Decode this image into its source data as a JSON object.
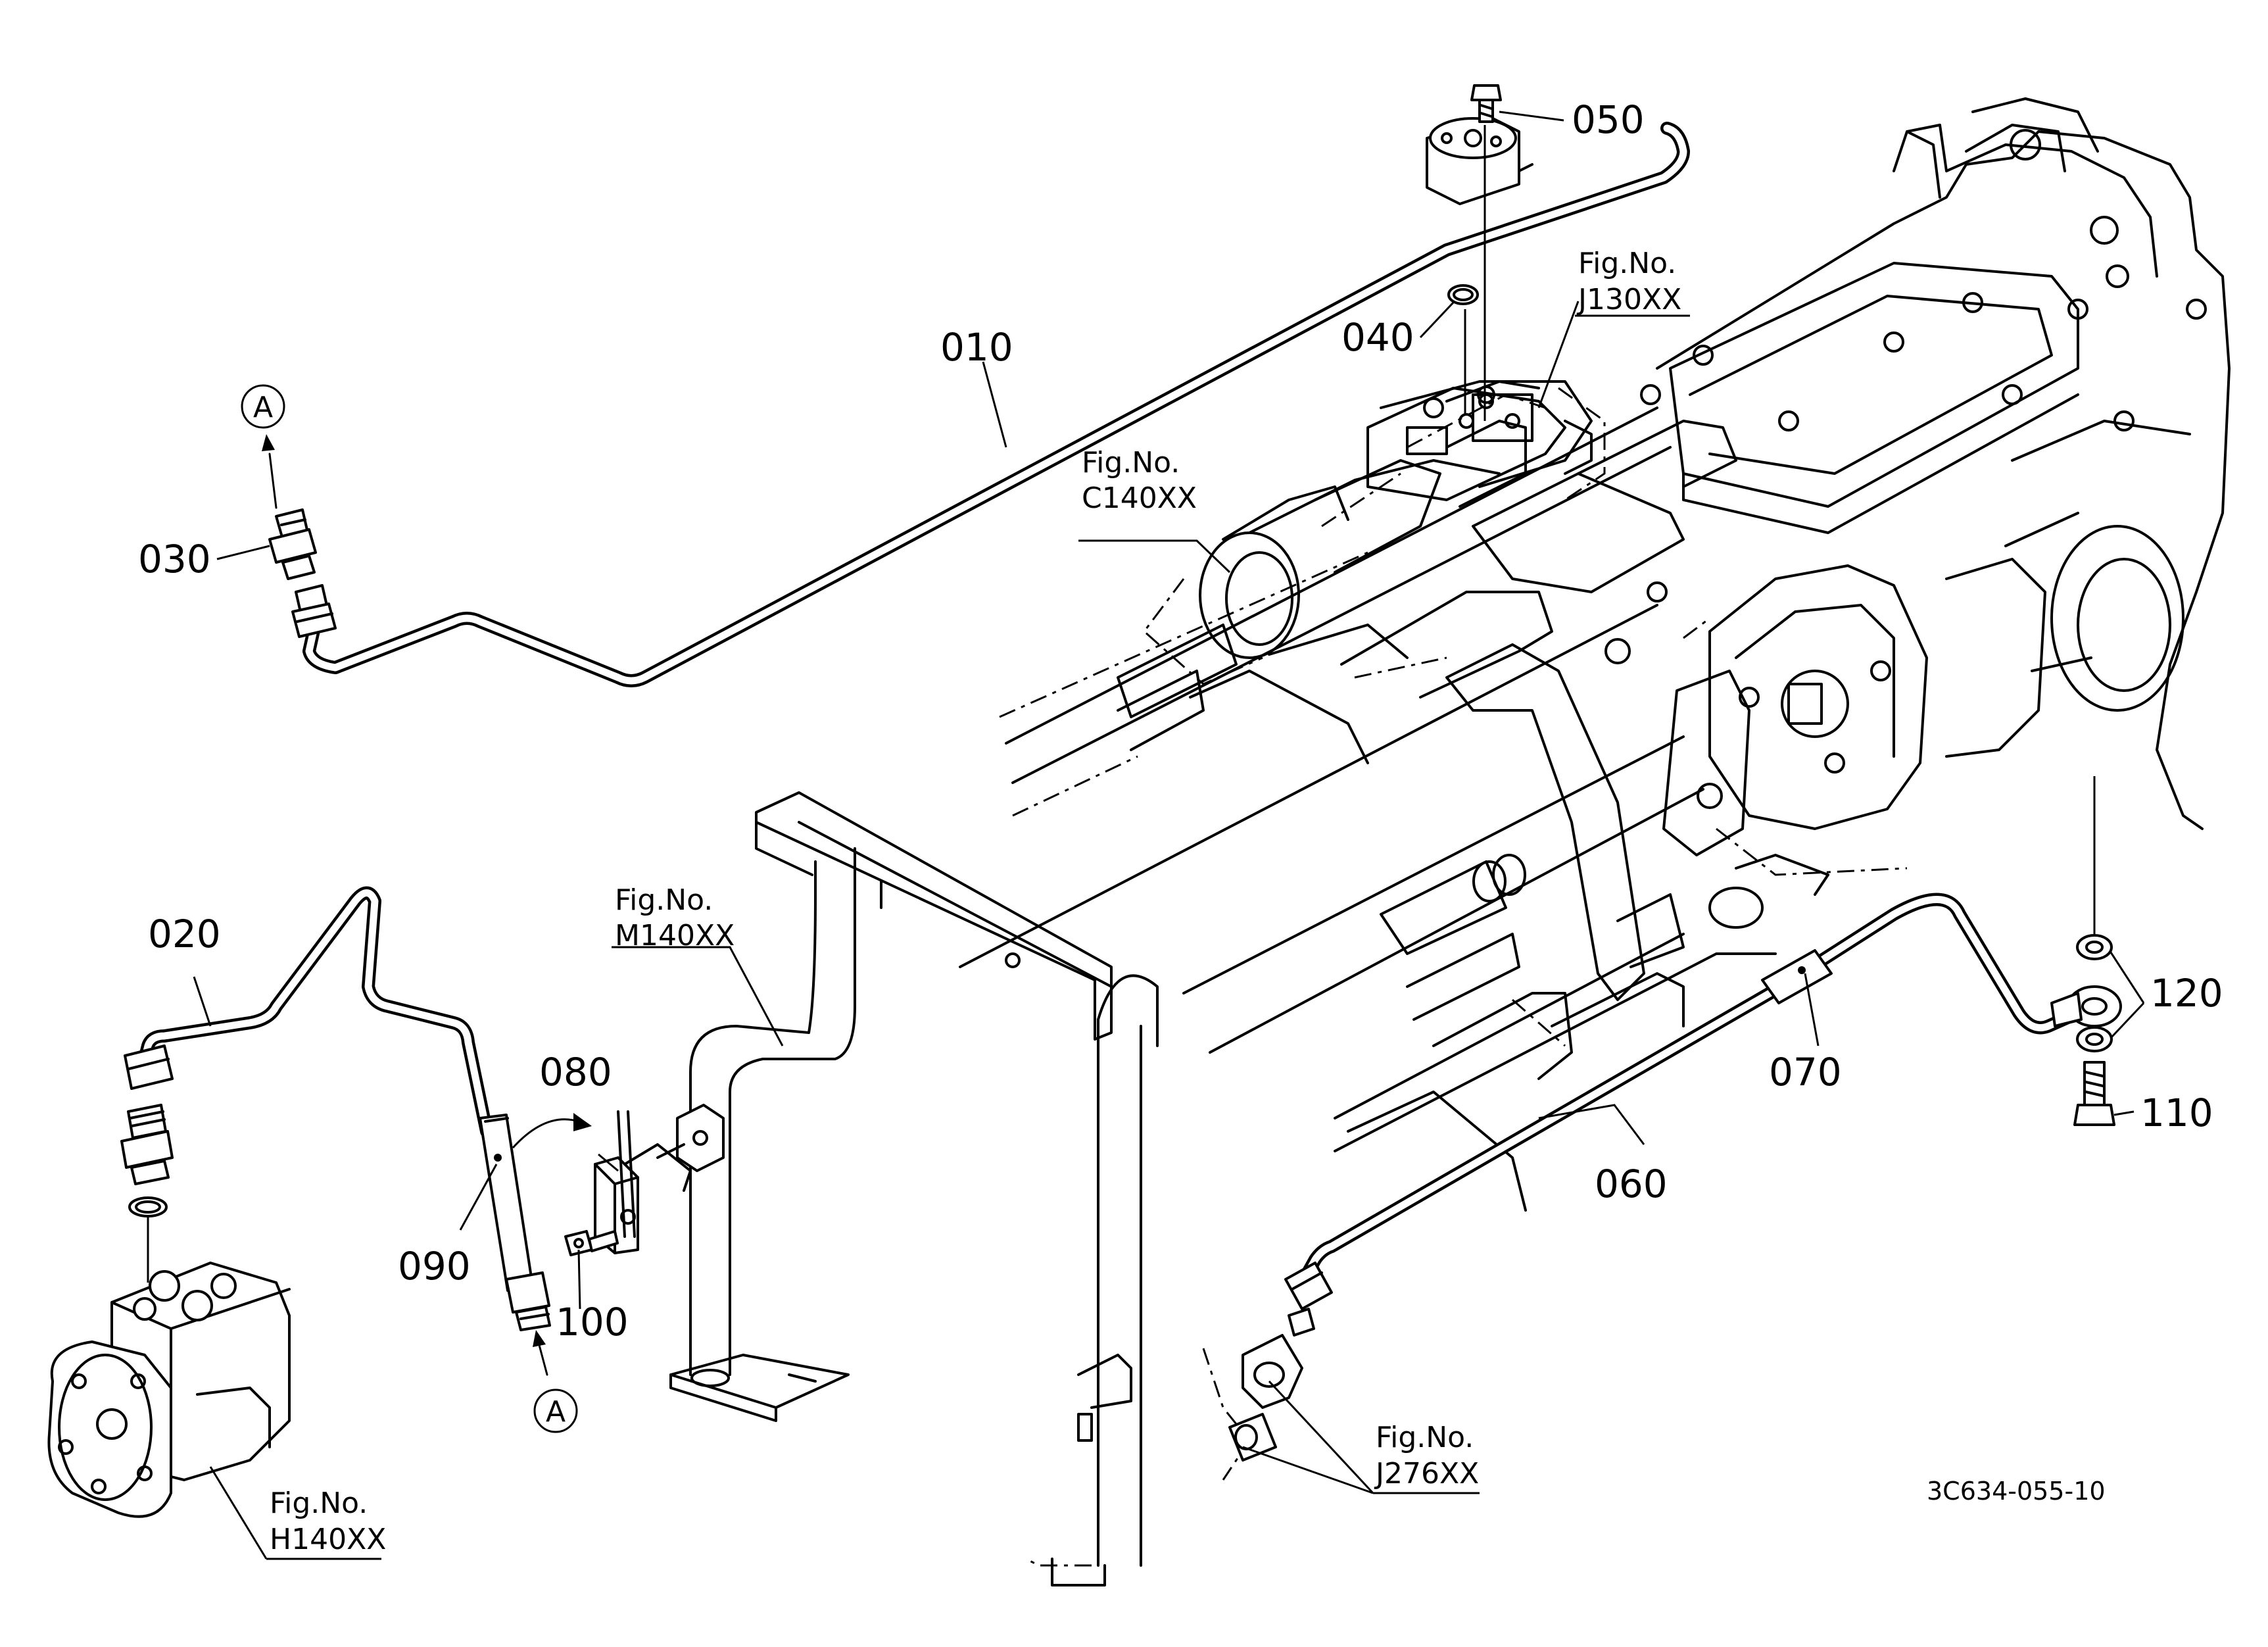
{
  "callouts": {
    "p010": "010",
    "p020": "020",
    "p030": "030",
    "p040": "040",
    "p050": "050",
    "p060": "060",
    "p070": "070",
    "p080": "080",
    "p090": "090",
    "p100": "100",
    "p110": "110",
    "p120": "120"
  },
  "markers": {
    "a_top": "A",
    "a_bottom": "A"
  },
  "figure_refs": {
    "j130": {
      "prefix": "Fig.No.",
      "code": "J130XX"
    },
    "c140": {
      "prefix": "Fig.No.",
      "code": "C140XX"
    },
    "m140": {
      "prefix": "Fig.No.",
      "code": "M140XX"
    },
    "j276": {
      "prefix": "Fig.No.",
      "code": "J276XX"
    },
    "h140": {
      "prefix": "Fig.No.",
      "code": "H140XX"
    }
  },
  "drawing_code": "3C634-055-10"
}
